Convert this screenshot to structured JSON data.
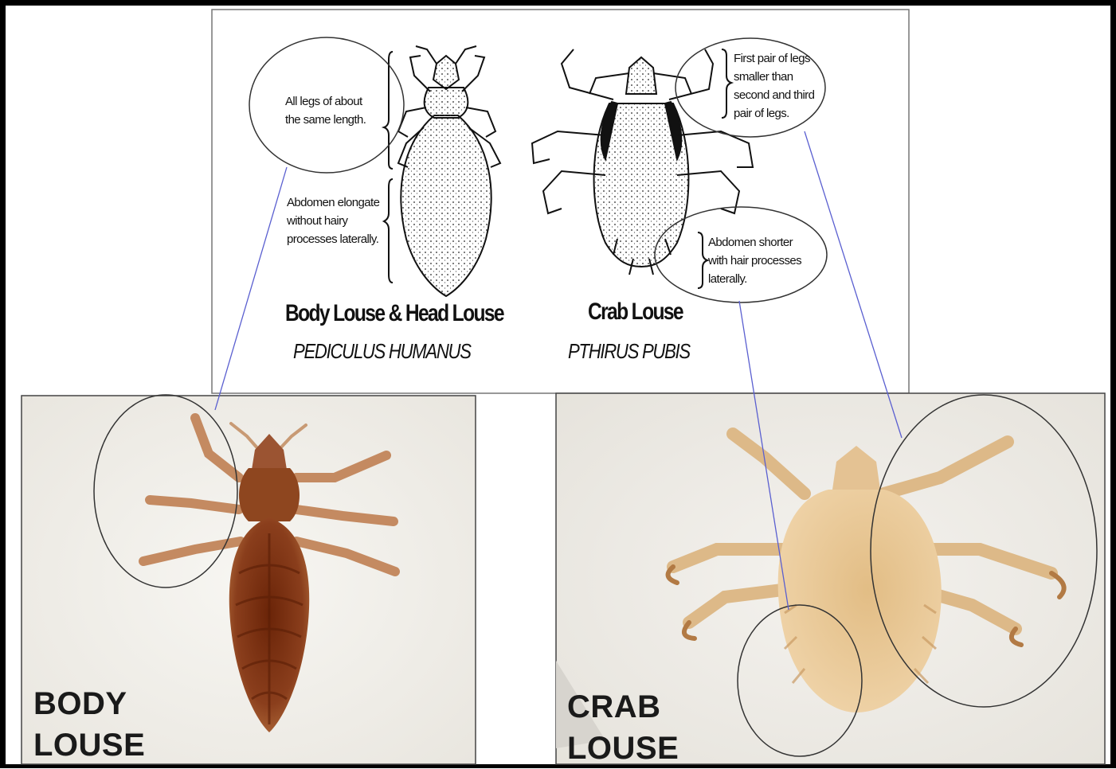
{
  "top_panel": {
    "body_louse": {
      "note_legs": "All legs of about\nthe same length.",
      "note_abdomen": "Abdomen elongate\nwithout hairy\nprocesses laterally.",
      "group_name": "Body Louse & Head Louse",
      "species": "PEDICULUS HUMANUS"
    },
    "crab_louse": {
      "note_legs": "First pair of legs\nsmaller than\nsecond and third\npair of legs.",
      "note_abdomen": "Abdomen shorter\nwith hair processes\nlaterally.",
      "group_name": "Crab Louse",
      "species": "PTHIRUS PUBIS"
    }
  },
  "photos": {
    "body_louse_label": "BODY\nLOUSE",
    "crab_louse_label": "CRAB\nLOUSE"
  },
  "colors": {
    "frame": "#000000",
    "connector_line": "#5a5fd0",
    "body_louse_tint": "#7a2f10",
    "crab_louse_tint": "#e8c48f",
    "photo_background": "#f3f1ed"
  }
}
